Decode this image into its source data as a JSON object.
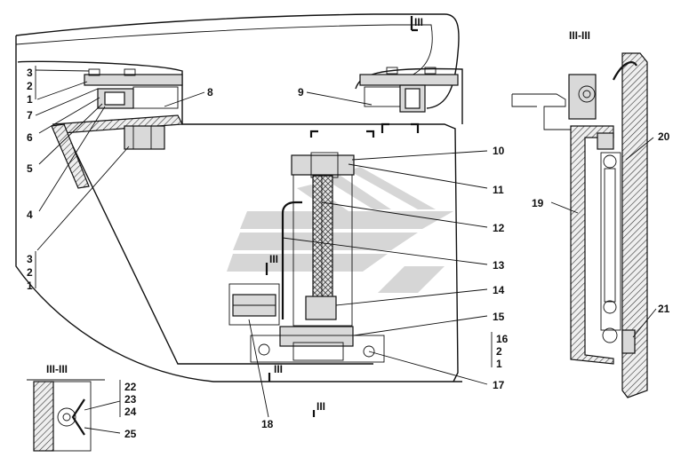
{
  "section_labels": {
    "top_marker": "III",
    "main_marker_mid": "III",
    "main_marker_bottom": "III",
    "main_marker_lower": "III",
    "section_right_title": "III-III",
    "section_left_title": "III-III"
  },
  "callouts": [
    {
      "id": "c1",
      "text": "1"
    },
    {
      "id": "c2",
      "text": "2"
    },
    {
      "id": "c3",
      "text": "3"
    },
    {
      "id": "c4",
      "text": "4"
    },
    {
      "id": "c5",
      "text": "5"
    },
    {
      "id": "c6",
      "text": "6"
    },
    {
      "id": "c7",
      "text": "7"
    },
    {
      "id": "c8",
      "text": "8"
    },
    {
      "id": "c9",
      "text": "9"
    },
    {
      "id": "c10",
      "text": "10"
    },
    {
      "id": "c11",
      "text": "11"
    },
    {
      "id": "c12",
      "text": "12"
    },
    {
      "id": "c13",
      "text": "13"
    },
    {
      "id": "c14",
      "text": "14"
    },
    {
      "id": "c15",
      "text": "15"
    },
    {
      "id": "c16",
      "text": "16"
    },
    {
      "id": "c17",
      "text": "17"
    },
    {
      "id": "c18",
      "text": "18"
    },
    {
      "id": "c19",
      "text": "19"
    },
    {
      "id": "c20",
      "text": "20"
    },
    {
      "id": "c21",
      "text": "21"
    },
    {
      "id": "c22",
      "text": "22"
    },
    {
      "id": "c23",
      "text": "23"
    },
    {
      "id": "c24",
      "text": "24"
    },
    {
      "id": "c25",
      "text": "25"
    }
  ],
  "stacks": {
    "top_left": [
      "3",
      "2",
      "1"
    ],
    "bottom_left": [
      "3",
      "2",
      "1"
    ],
    "right_main": [
      "16",
      "2",
      "1"
    ],
    "inset": [
      "22",
      "23",
      "24"
    ]
  }
}
